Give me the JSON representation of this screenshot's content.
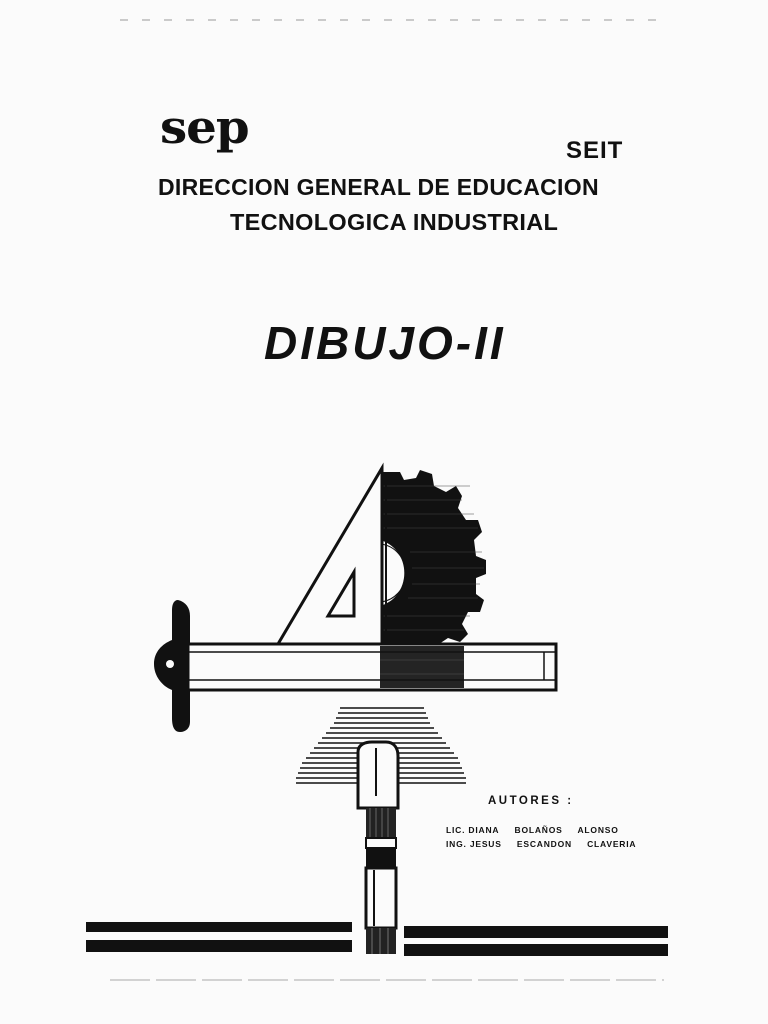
{
  "header": {
    "logo_text": "sep",
    "org_code": "SEIT",
    "direction_line1": "DIRECCION  GENERAL  DE  EDUCACION",
    "direction_line2": "TECNOLOGICA  INDUSTRIAL"
  },
  "title": "DIBUJO-II",
  "authors": {
    "heading": "AUTORES :",
    "list": [
      {
        "prefix": "LIC. DIANA",
        "name1": "BOLAÑOS",
        "name2": "ALONSO"
      },
      {
        "prefix": "ING. JESUS",
        "name1": "ESCANDON",
        "name2": "CLAVERIA"
      }
    ]
  },
  "illustration": {
    "icons": [
      "set-square-icon",
      "gear-icon",
      "t-square-icon",
      "pencil-icon",
      "hatched-trapezoid-icon"
    ],
    "ink_color": "#111111",
    "paper_color": "#fbfbfb"
  }
}
